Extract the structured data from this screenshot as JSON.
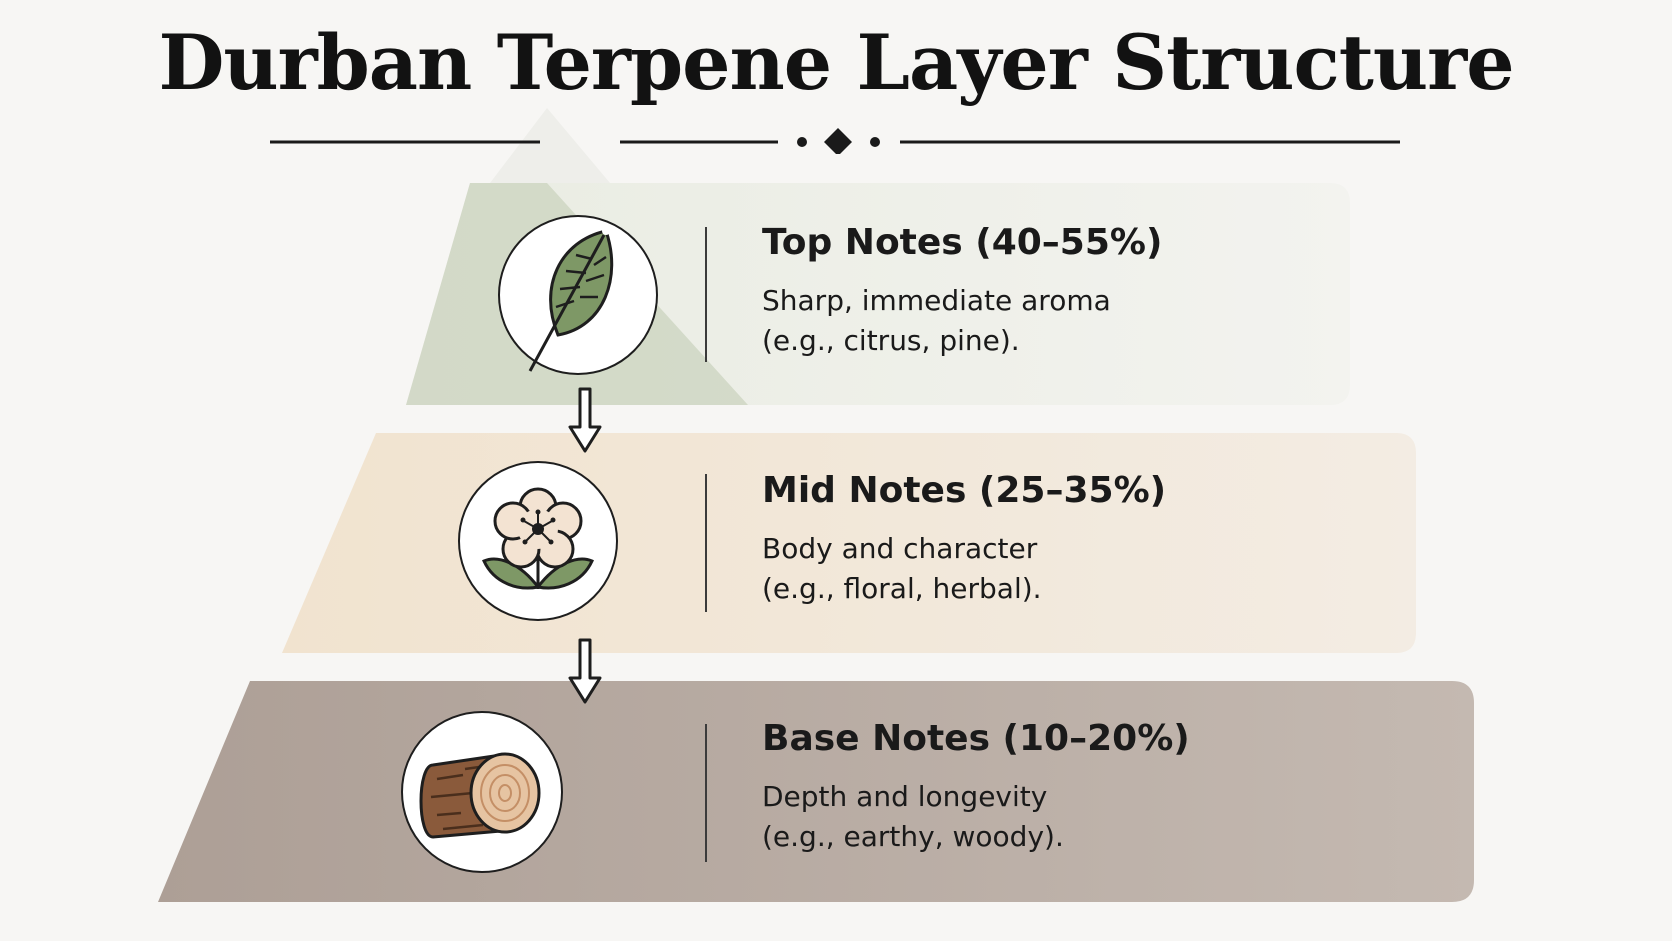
{
  "title": "Durban Terpene Layer Structure",
  "layers": [
    {
      "title": "Top Notes (40–55%)",
      "description_line1": "Sharp, immediate aroma",
      "description_line2": "(e.g., citrus, pine).",
      "icon": "leaf-icon",
      "color": "#dfe4d7"
    },
    {
      "title": "Mid Notes (25–35%)",
      "description_line1": "Body and character",
      "description_line2": "(e.g., floral, herbal).",
      "icon": "flower-icon",
      "color": "#f1e6d7"
    },
    {
      "title": "Base Notes (10–20%)",
      "description_line1": "Depth and longevity",
      "description_line2": "(e.g., earthy, woody).",
      "icon": "log-icon",
      "color": "#b9ada5"
    }
  ],
  "colors": {
    "top_band": "#edeee7",
    "top_triangle": "#cfd6c3",
    "mid_band": "#f2e9dc",
    "base_band": "#b3a69f",
    "ink": "#1a1a1a"
  }
}
